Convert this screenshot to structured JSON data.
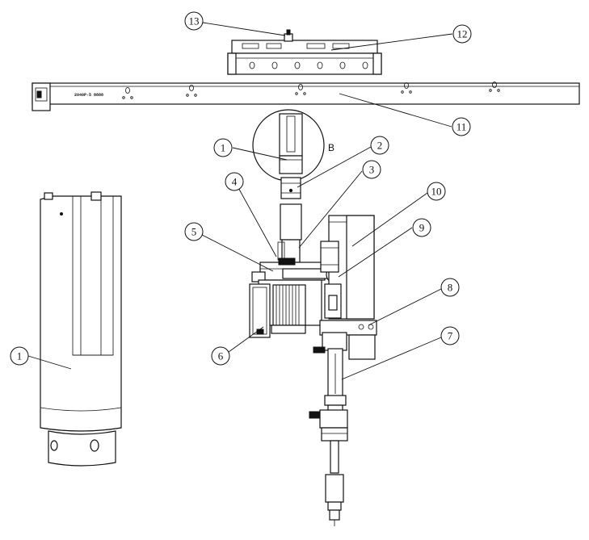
{
  "callouts": [
    {
      "id": "13",
      "label": "13"
    },
    {
      "id": "12",
      "label": "12"
    },
    {
      "id": "11",
      "label": "11"
    },
    {
      "id": "1a",
      "label": "1"
    },
    {
      "id": "2",
      "label": "2"
    },
    {
      "id": "3",
      "label": "3"
    },
    {
      "id": "4",
      "label": "4"
    },
    {
      "id": "10",
      "label": "10"
    },
    {
      "id": "5",
      "label": "5"
    },
    {
      "id": "9",
      "label": "9"
    },
    {
      "id": "8",
      "label": "8"
    },
    {
      "id": "7",
      "label": "7"
    },
    {
      "id": "6",
      "label": "6"
    },
    {
      "id": "1b",
      "label": "1"
    }
  ],
  "detail_label": "B",
  "rail_marking": "2040P-5 8888"
}
